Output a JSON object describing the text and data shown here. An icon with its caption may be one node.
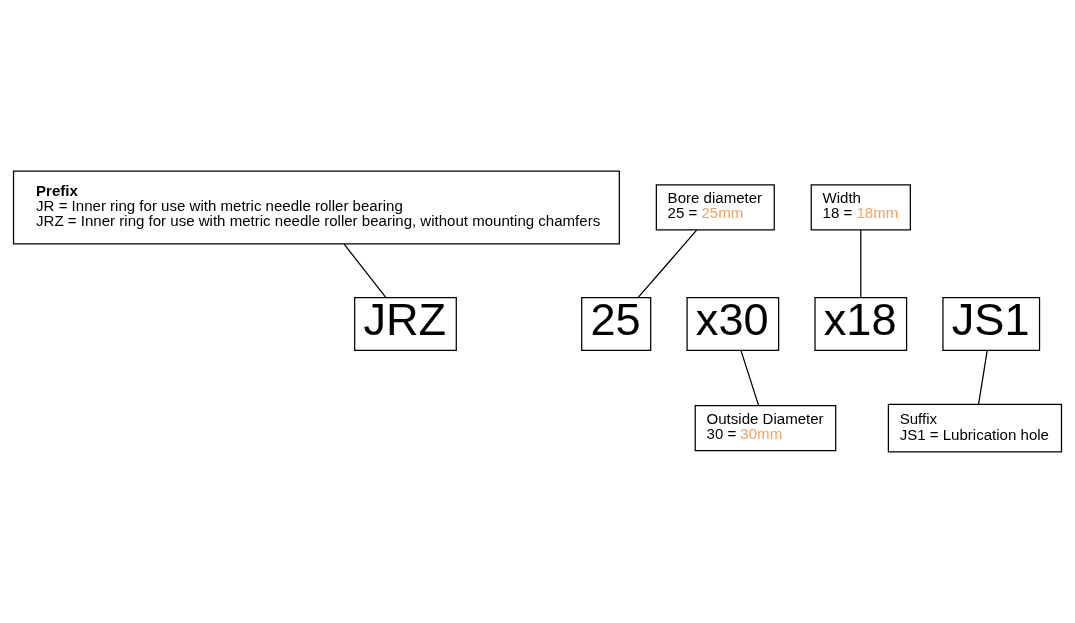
{
  "diagram": {
    "nodes": [
      {
        "text": [
          "Prefix",
          "JR = Inner ring for use with metric needle roller bearing",
          "JRZ = Inner ring for use with metric needle roller bearing, without mounting chamfers"
        ]
      },
      {
        "text": [
          "Bore diameter",
          "25 = 25mm"
        ]
      },
      {
        "text": [
          "Width",
          "18 = 18mm"
        ]
      },
      {
        "text": [
          "JRZ"
        ]
      },
      {
        "text": [
          "25"
        ]
      },
      {
        "text": [
          "x30"
        ]
      },
      {
        "text": [
          "x18"
        ]
      },
      {
        "text": [
          "JS1"
        ]
      },
      {
        "text": [
          "Outside Diameter",
          "30 = 30mm"
        ]
      },
      {
        "text": [
          "Suffix",
          "JS1 = Lubrication hole"
        ]
      }
    ],
    "edges": [
      {
        "from": 0,
        "to": 3,
        "arrow": "none"
      },
      {
        "from": 1,
        "to": 4,
        "arrow": "none"
      },
      {
        "from": 2,
        "to": 6,
        "arrow": "none"
      },
      {
        "from": 5,
        "to": 8,
        "arrow": "none"
      },
      {
        "from": 7,
        "to": 9,
        "arrow": "none"
      }
    ]
  }
}
